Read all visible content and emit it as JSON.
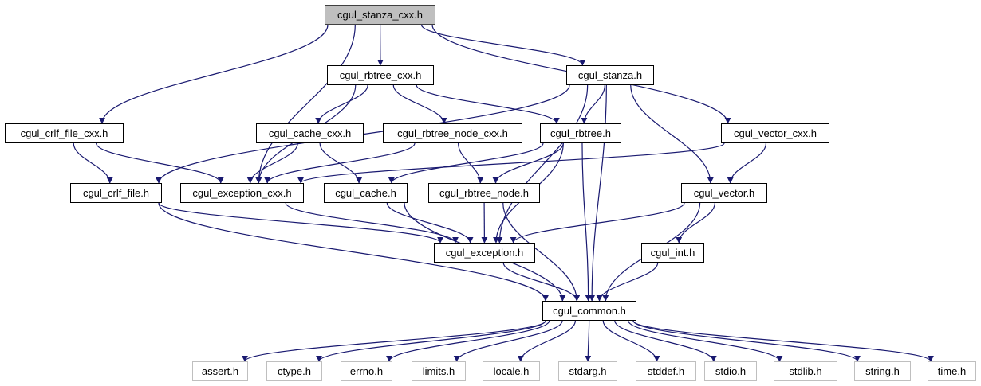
{
  "graph": {
    "edge_color": "#191970",
    "root_fill": "#bfbfbf",
    "system_border": "#bfbfbf",
    "nodes": [
      {
        "id": "stanza_cxx",
        "label": "cgul_stanza_cxx.h",
        "kind": "root"
      },
      {
        "id": "rbtree_cxx",
        "label": "cgul_rbtree_cxx.h",
        "kind": "local"
      },
      {
        "id": "stanza",
        "label": "cgul_stanza.h",
        "kind": "local"
      },
      {
        "id": "crlf_file_cxx",
        "label": "cgul_crlf_file_cxx.h",
        "kind": "local"
      },
      {
        "id": "cache_cxx",
        "label": "cgul_cache_cxx.h",
        "kind": "local"
      },
      {
        "id": "rbtree_node_cxx",
        "label": "cgul_rbtree_node_cxx.h",
        "kind": "local"
      },
      {
        "id": "rbtree",
        "label": "cgul_rbtree.h",
        "kind": "local"
      },
      {
        "id": "vector_cxx",
        "label": "cgul_vector_cxx.h",
        "kind": "local"
      },
      {
        "id": "crlf_file",
        "label": "cgul_crlf_file.h",
        "kind": "local"
      },
      {
        "id": "exception_cxx",
        "label": "cgul_exception_cxx.h",
        "kind": "local"
      },
      {
        "id": "cache",
        "label": "cgul_cache.h",
        "kind": "local"
      },
      {
        "id": "rbtree_node",
        "label": "cgul_rbtree_node.h",
        "kind": "local"
      },
      {
        "id": "vector",
        "label": "cgul_vector.h",
        "kind": "local"
      },
      {
        "id": "exception",
        "label": "cgul_exception.h",
        "kind": "local"
      },
      {
        "id": "int",
        "label": "cgul_int.h",
        "kind": "local"
      },
      {
        "id": "common",
        "label": "cgul_common.h",
        "kind": "local"
      },
      {
        "id": "assert",
        "label": "assert.h",
        "kind": "system"
      },
      {
        "id": "ctype",
        "label": "ctype.h",
        "kind": "system"
      },
      {
        "id": "errno",
        "label": "errno.h",
        "kind": "system"
      },
      {
        "id": "limits",
        "label": "limits.h",
        "kind": "system"
      },
      {
        "id": "locale",
        "label": "locale.h",
        "kind": "system"
      },
      {
        "id": "stdarg",
        "label": "stdarg.h",
        "kind": "system"
      },
      {
        "id": "stddef",
        "label": "stddef.h",
        "kind": "system"
      },
      {
        "id": "stdio",
        "label": "stdio.h",
        "kind": "system"
      },
      {
        "id": "stdlib",
        "label": "stdlib.h",
        "kind": "system"
      },
      {
        "id": "string",
        "label": "string.h",
        "kind": "system"
      },
      {
        "id": "time",
        "label": "time.h",
        "kind": "system"
      }
    ],
    "edges": [
      [
        "stanza_cxx",
        "rbtree_cxx"
      ],
      [
        "stanza_cxx",
        "stanza"
      ],
      [
        "stanza_cxx",
        "crlf_file_cxx"
      ],
      [
        "stanza_cxx",
        "exception_cxx"
      ],
      [
        "stanza_cxx",
        "vector_cxx"
      ],
      [
        "rbtree_cxx",
        "cache_cxx"
      ],
      [
        "rbtree_cxx",
        "rbtree_node_cxx"
      ],
      [
        "rbtree_cxx",
        "rbtree"
      ],
      [
        "rbtree_cxx",
        "exception_cxx"
      ],
      [
        "stanza",
        "crlf_file"
      ],
      [
        "stanza",
        "rbtree"
      ],
      [
        "stanza",
        "exception"
      ],
      [
        "stanza",
        "vector"
      ],
      [
        "stanza",
        "common"
      ],
      [
        "crlf_file_cxx",
        "crlf_file"
      ],
      [
        "crlf_file_cxx",
        "exception_cxx"
      ],
      [
        "cache_cxx",
        "exception_cxx"
      ],
      [
        "cache_cxx",
        "cache"
      ],
      [
        "rbtree_node_cxx",
        "exception_cxx"
      ],
      [
        "rbtree_node_cxx",
        "rbtree_node"
      ],
      [
        "rbtree",
        "cache"
      ],
      [
        "rbtree",
        "rbtree_node"
      ],
      [
        "rbtree",
        "exception"
      ],
      [
        "rbtree",
        "common"
      ],
      [
        "vector_cxx",
        "exception_cxx"
      ],
      [
        "vector_cxx",
        "vector"
      ],
      [
        "crlf_file",
        "exception"
      ],
      [
        "crlf_file",
        "common"
      ],
      [
        "exception_cxx",
        "exception"
      ],
      [
        "cache",
        "exception"
      ],
      [
        "cache",
        "common"
      ],
      [
        "rbtree_node",
        "exception"
      ],
      [
        "rbtree_node",
        "common"
      ],
      [
        "vector",
        "exception"
      ],
      [
        "vector",
        "int"
      ],
      [
        "vector",
        "common"
      ],
      [
        "exception",
        "common"
      ],
      [
        "int",
        "common"
      ],
      [
        "common",
        "assert"
      ],
      [
        "common",
        "ctype"
      ],
      [
        "common",
        "errno"
      ],
      [
        "common",
        "limits"
      ],
      [
        "common",
        "locale"
      ],
      [
        "common",
        "stdarg"
      ],
      [
        "common",
        "stddef"
      ],
      [
        "common",
        "stdio"
      ],
      [
        "common",
        "stdlib"
      ],
      [
        "common",
        "string"
      ],
      [
        "common",
        "time"
      ]
    ]
  }
}
